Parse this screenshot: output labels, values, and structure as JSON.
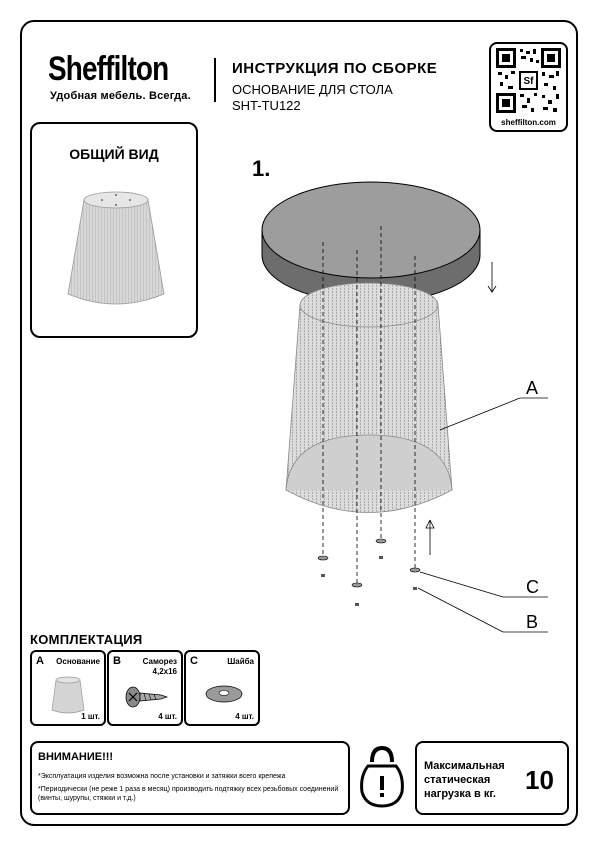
{
  "brand": {
    "logo": "Sheffilton",
    "slogan": "Удобная мебель. Всегда."
  },
  "header": {
    "title": "ИНСТРУКЦИЯ ПО СБОРКЕ",
    "subtitle": "ОСНОВАНИЕ ДЛЯ СТОЛА",
    "code": "SHT-TU122"
  },
  "qr": {
    "url": "sheffilton.com"
  },
  "overview": {
    "title": "ОБЩИЙ ВИД"
  },
  "step": {
    "number": "1.",
    "labels": {
      "a": "A",
      "c": "C",
      "b": "B"
    }
  },
  "kit": {
    "title": "КОМПЛЕКТАЦИЯ",
    "items": [
      {
        "letter": "A",
        "name": "Основание",
        "qty": "1 шт."
      },
      {
        "letter": "B",
        "name": "Саморез",
        "size": "4,2x16",
        "qty": "4 шт."
      },
      {
        "letter": "C",
        "name": "Шайба",
        "qty": "4 шт."
      }
    ]
  },
  "warning": {
    "title": "ВНИМАНИЕ!!!",
    "line1": "*Эксплуатация изделия возможна после установки и затяжки всего крепежа",
    "line2": "*Периодически (не реже 1 раза в месяц) производить подтяжку всех резьбовых соединений (винты, шурупы, стяжки и т.д.)"
  },
  "load": {
    "label": "Максимальная статическая нагрузка в кг.",
    "value": "10"
  },
  "colors": {
    "top": "#9a9a9a",
    "base": "#d4d4d4",
    "line": "#000000"
  }
}
